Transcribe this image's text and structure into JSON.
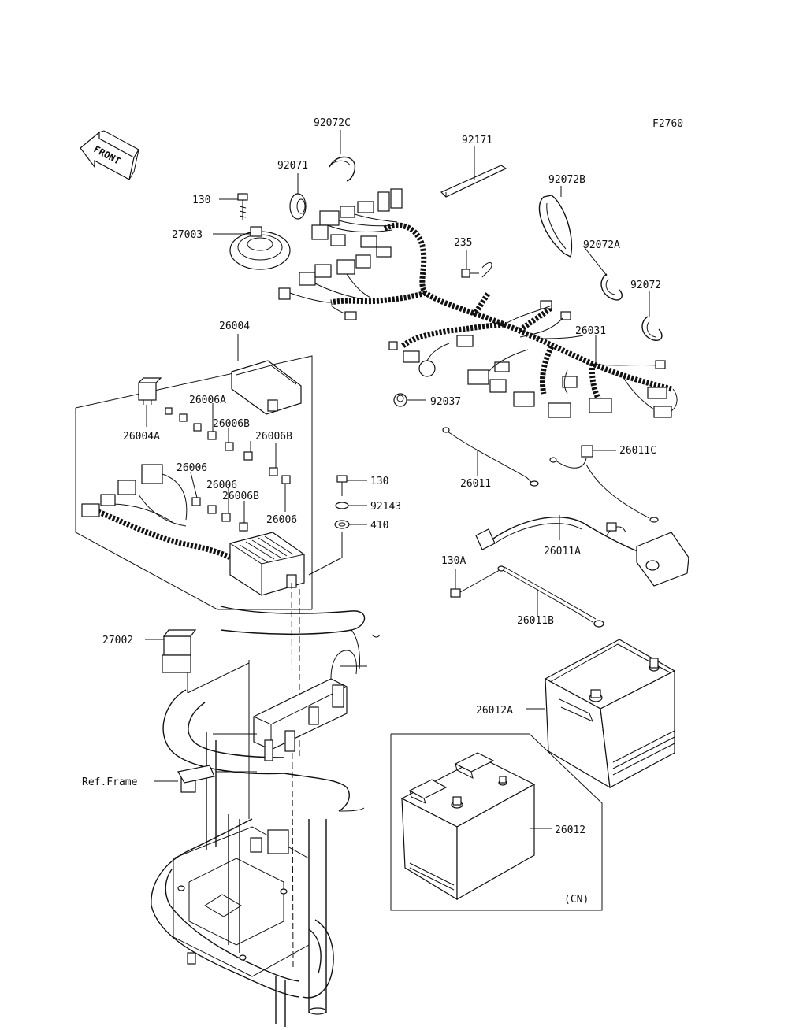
{
  "figure_code": "F2760",
  "front_arrow_label": "FRONT",
  "frame_label": "Ref.Frame",
  "region_note": "(CN)",
  "callouts": {
    "p92072C": "92072C",
    "p92171": "92171",
    "p92071": "92071",
    "p130_top": "130",
    "p27003": "27003",
    "p92072B": "92072B",
    "p235": "235",
    "p92072A": "92072A",
    "p92072": "92072",
    "p26031": "26031",
    "p26004": "26004",
    "p26006A": "26006A",
    "p26004A": "26004A",
    "p26006B_1": "26006B",
    "p26006B_2": "26006B",
    "p26006_1": "26006",
    "p26006_2": "26006",
    "p26006B_3": "26006B",
    "p26006_3": "26006",
    "p92037": "92037",
    "p26011": "26011",
    "p26011C": "26011C",
    "p130_mid": "130",
    "p92143": "92143",
    "p410": "410",
    "p26011A": "26011A",
    "p130A": "130A",
    "p26011B": "26011B",
    "p27002": "27002",
    "p26012A": "26012A",
    "p26012": "26012"
  }
}
